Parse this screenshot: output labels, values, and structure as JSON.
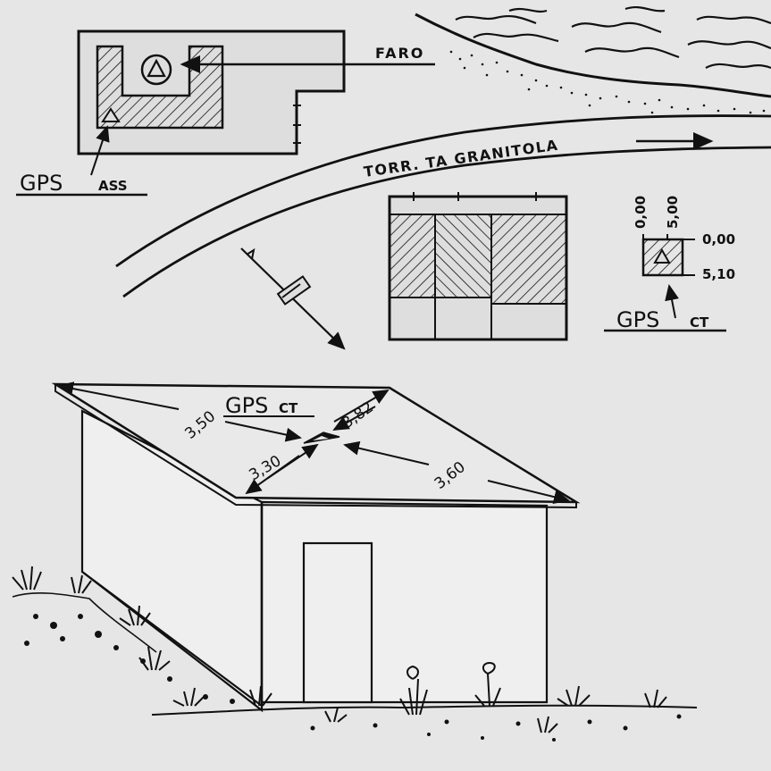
{
  "colors": {
    "paper": "#e6e6e6",
    "panel": "#dedede",
    "ink": "#111111"
  },
  "labels": {
    "faro": "FARO",
    "road": "TORR. TA  GRANITOLA",
    "gps_ass_main": "GPS",
    "gps_ass_sub": "ASS",
    "gps_ct_map_main": "GPS",
    "gps_ct_map_sub": "CT",
    "gps_ct_roof_main": "GPS",
    "gps_ct_roof_sub": "CT",
    "coord_x0": "0,00",
    "coord_x1": "5,00",
    "coord_y0": "0,00",
    "coord_y1": "5,10",
    "dim_350": "3,50",
    "dim_382": "3,82",
    "dim_330": "3,30",
    "dim_360": "3,60"
  },
  "icons": [
    "lighthouse-marker-icon",
    "gps-triangle-icon",
    "north-arrow-icon",
    "vegetation-icon"
  ]
}
